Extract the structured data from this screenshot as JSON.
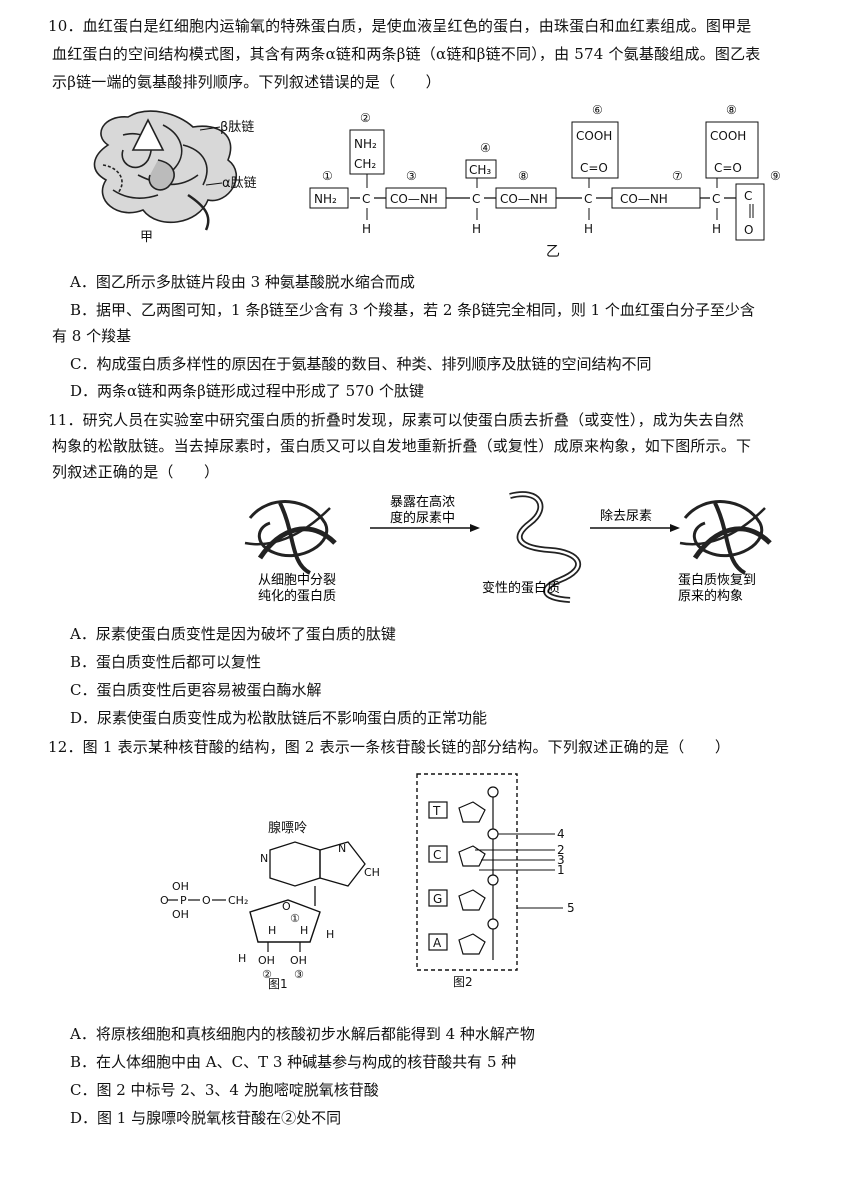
{
  "q10": {
    "stem_lines": [
      "10．血红蛋白是红细胞内运输氧的特殊蛋白质，是使血液呈红色的蛋白，由珠蛋白和血红素组成。图甲是",
      "血红蛋白的空间结构模式图，其含有两条α链和两条β链（α链和β链不同），由 574 个氨基酸组成。图乙表",
      "示β链一端的氨基酸排列顺序。下列叙述错误的是（　　）"
    ],
    "fig_jia": {
      "label_beta": "β肽链",
      "label_alpha": "α肽链",
      "caption": "甲"
    },
    "fig_yi": {
      "caption": "乙",
      "nums": [
        "①",
        "②",
        "③",
        "④",
        "⑧",
        "⑥",
        "⑦",
        "⑧",
        "⑨"
      ],
      "nh2": "NH₂",
      "side2_top": "NH₂",
      "side2_bot": "CH₂",
      "conh": "CO—NH",
      "ch3": "CH₃",
      "cooh": "COOH",
      "c_eq_o": "C=O",
      "c": "C",
      "h": "H",
      "o": "O"
    },
    "options": [
      "A．图乙所示多肽链片段由 3 种氨基酸脱水缩合而成",
      "B．据甲、乙两图可知，1 条β链至少含有 3 个羧基，若 2 条β链完全相同，则 1 个血红蛋白分子至少含",
      "有 8 个羧基",
      "C．构成蛋白质多样性的原因在于氨基酸的数目、种类、排列顺序及肽链的空间结构不同",
      "D．两条α链和两条β链形成过程中形成了 570 个肽键"
    ]
  },
  "q11": {
    "stem_lines": [
      "11．研究人员在实验室中研究蛋白质的折叠时发现，尿素可以使蛋白质去折叠（或变性），成为失去自然",
      "构象的松散肽链。当去掉尿素时，蛋白质又可以自发地重新折叠（或复性）成原来构象，如下图所示。下",
      "列叙述正确的是（　　）"
    ],
    "figure": {
      "arrow1_l1": "暴露在高浓",
      "arrow1_l2": "度的尿素中",
      "arrow2": "除去尿素",
      "cap1_l1": "从细胞中分裂",
      "cap1_l2": "纯化的蛋白质",
      "cap2": "变性的蛋白质",
      "cap3_l1": "蛋白质恢复到",
      "cap3_l2": "原来的构象"
    },
    "options": [
      "A．尿素使蛋白质变性是因为破坏了蛋白质的肽键",
      "B．蛋白质变性后都可以复性",
      "C．蛋白质变性后更容易被蛋白酶水解",
      "D．尿素使蛋白质变性成为松散肽链后不影响蛋白质的正常功能"
    ]
  },
  "q12": {
    "stem": "12．图 1 表示某种核苷酸的结构，图 2 表示一条核苷酸长链的部分结构。下列叙述正确的是（　　）",
    "fig1": {
      "title": "腺嘌呤",
      "oh": "OH",
      "p": "P",
      "o": "O",
      "ch2": "CH₂",
      "ch": "CH",
      "h": "H",
      "n": "N",
      "c1": "①",
      "c2": "②",
      "c3": "③",
      "caption": "图1"
    },
    "fig2": {
      "bases": [
        "T",
        "C",
        "G",
        "A"
      ],
      "marks": [
        "4",
        "2",
        "3",
        "1",
        "5"
      ],
      "caption": "图2"
    },
    "options": [
      "A．将原核细胞和真核细胞内的核酸初步水解后都能得到 4 种水解产物",
      "B．在人体细胞中由 A、C、T 3 种碱基参与构成的核苷酸共有 5 种",
      "C．图 2 中标号 2、3、4 为胞嘧啶脱氧核苷酸",
      "D．图 1 与腺嘌呤脱氧核苷酸在②处不同"
    ]
  }
}
